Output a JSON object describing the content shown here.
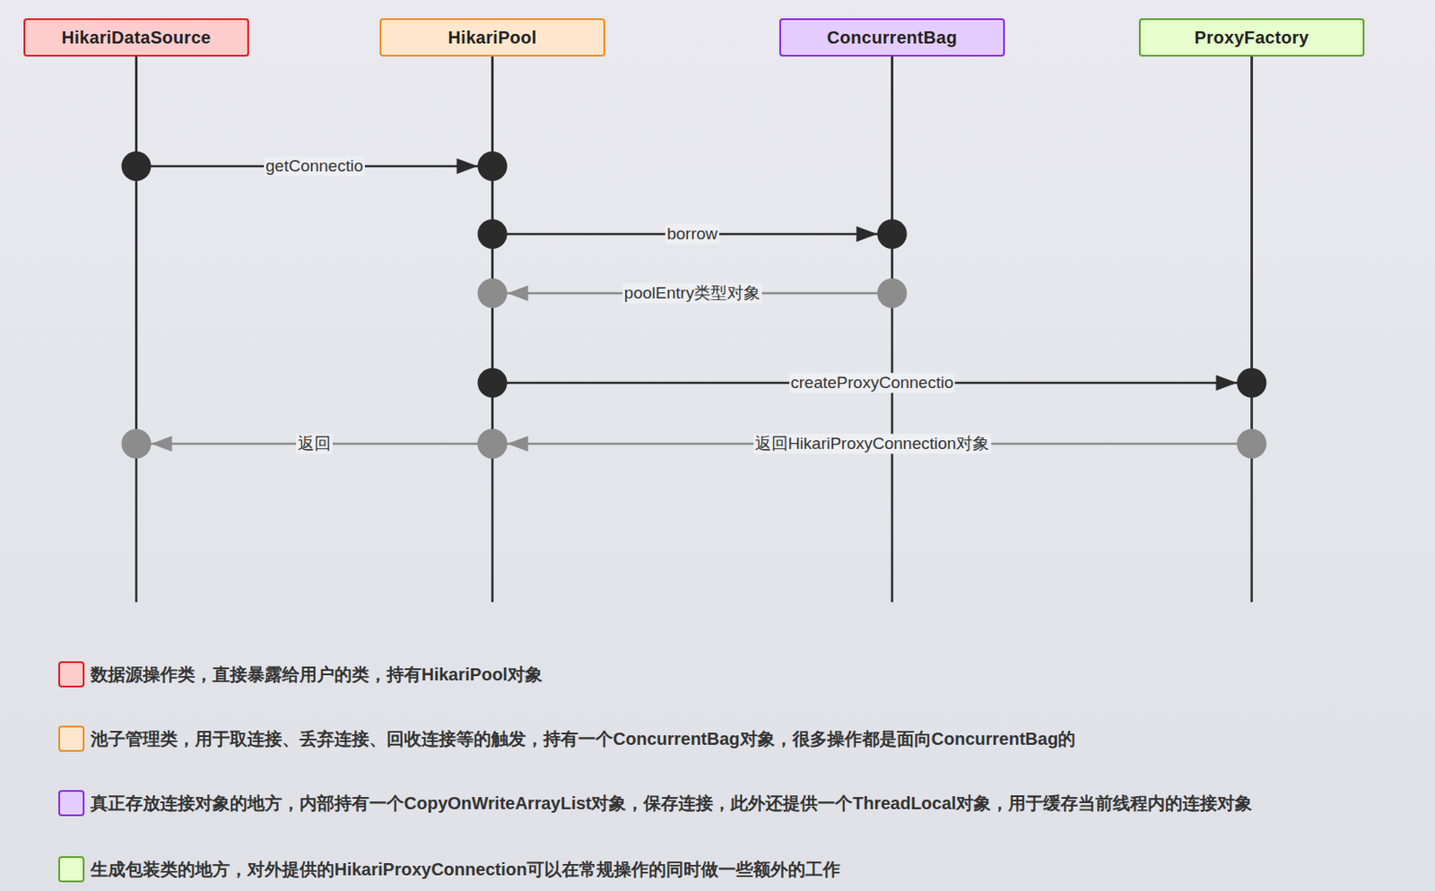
{
  "diagram": {
    "nodes": [
      {
        "text": [
          "HikariDataSource"
        ]
      },
      {
        "text": [
          "HikariPool"
        ]
      },
      {
        "text": [
          "ConcurrentBag"
        ]
      },
      {
        "text": [
          "ProxyFactory"
        ]
      }
    ],
    "edges": [
      {
        "from": 0,
        "to": 1,
        "label": "getConnectio",
        "arrow": "to"
      },
      {
        "from": 1,
        "to": 2,
        "label": "borrow",
        "arrow": "to"
      },
      {
        "from": 2,
        "to": 1,
        "label": "poolEntry类型对象",
        "arrow": "to"
      },
      {
        "from": 1,
        "to": 3,
        "label": "createProxyConnectio",
        "arrow": "to"
      },
      {
        "from": 3,
        "to": 1,
        "label": "返回HikariProxyConnection对象",
        "arrow": "to"
      },
      {
        "from": 1,
        "to": 0,
        "label": "返回",
        "arrow": "to"
      }
    ],
    "legend": [
      {
        "text": "数据源操作类，直接暴露给用户的类，持有HikariPool对象",
        "color": "#ffcccc"
      },
      {
        "text": "池子管理类，用于取连接、丢弃连接、回收连接等的触发，持有一个ConcurrentBag对象，很多操作都是面向ConcurrentBag的",
        "color": "#ffe6cc"
      },
      {
        "text": "真正存放连接对象的地方，内部持有一个CopyOnWriteArrayList对象，保存连接，此外还提供一个ThreadLocal对象，用于缓存当前线程内的连接对象",
        "color": "#e5ccff"
      },
      {
        "text": "生成包装类的地方，对外提供的HikariProxyConnection可以在常规操作的同时做一些额外的工作",
        "color": "#e6ffcc"
      }
    ]
  }
}
